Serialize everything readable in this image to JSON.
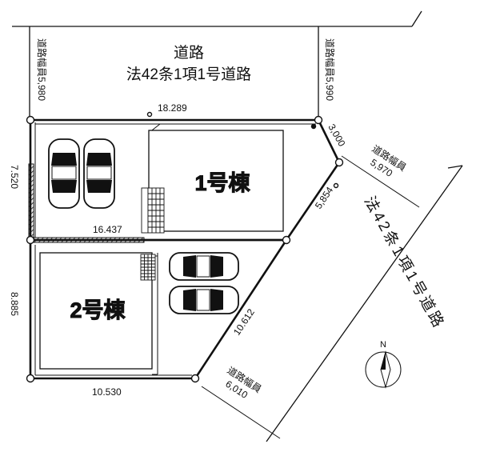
{
  "road_north": {
    "line1": "道路",
    "line2": "法42条1項1号道路"
  },
  "road_se": {
    "text": "法42条1項1号道路"
  },
  "road_widths": {
    "north_left": "道路幅員5,980",
    "north_right": "道路幅員5,990",
    "east_label": "道路幅員",
    "east_value": "5,970",
    "south_label": "道路幅員",
    "south_value": "6,010"
  },
  "buildings": {
    "house1": "1号棟",
    "house2": "2号棟"
  },
  "dimensions": {
    "top": "18.289",
    "corner_cut": "3,000",
    "mid_east": "5,854",
    "lot_divide": "16.437",
    "west_upper": "7.520",
    "west_lower": "8.885",
    "south": "10.530",
    "diagonal_south": "10.612"
  },
  "compass": {
    "label": "N"
  }
}
